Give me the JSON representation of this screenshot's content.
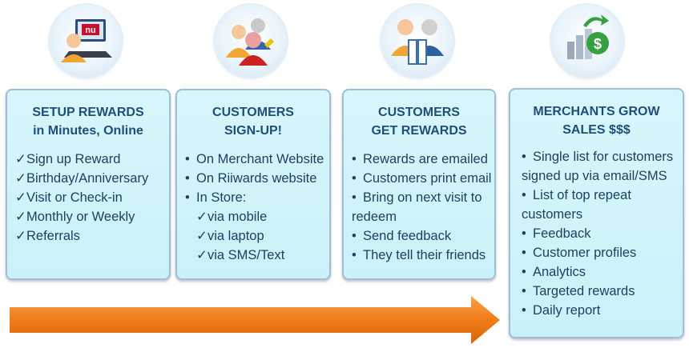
{
  "columns": [
    {
      "icon": "laptop-user-icon",
      "title_lines": [
        "SETUP REWARDS",
        "in Minutes, Online"
      ],
      "bullet": "✓",
      "items": [
        "Sign up Reward",
        "Birthday/Anniversary",
        "Visit or Check-in",
        "Monthly or Weekly",
        "Referrals"
      ]
    },
    {
      "icon": "customers-group-icon",
      "title_lines": [
        "CUSTOMERS",
        "SIGN-UP!"
      ],
      "items": [
        {
          "b": "•",
          "t": "On Merchant Website"
        },
        {
          "b": "•",
          "t": "On Riiwards website"
        },
        {
          "b": "•",
          "t": "In Store:"
        },
        {
          "b": "✓",
          "t": "via mobile",
          "sub": true
        },
        {
          "b": "✓",
          "t": "via laptop",
          "sub": true
        },
        {
          "b": "✓",
          "t": "via SMS/Text",
          "sub": true
        }
      ]
    },
    {
      "icon": "gift-exchange-icon",
      "title_lines": [
        "CUSTOMERS",
        "GET REWARDS"
      ],
      "bullet": "•",
      "items": [
        "Rewards are emailed",
        "Customers print email",
        "Bring on next visit to redeem",
        "Send feedback",
        "They tell their friends"
      ]
    },
    {
      "icon": "sales-growth-icon",
      "title_lines": [
        "MERCHANTS GROW",
        "SALES $$$"
      ],
      "bullet": "•",
      "items": [
        "Single list for customers signed up via email/SMS",
        "List of top repeat customers",
        "Feedback",
        "Customer profiles",
        "Analytics",
        "Targeted rewards",
        "Daily report"
      ]
    }
  ],
  "laptop_screen_text": "nu",
  "colors": {
    "panel_bg": "#d2f4fa",
    "panel_border": "#9fbfd9",
    "title": "#1f4e79",
    "text": "#1f4060",
    "arrow": "#f07d18"
  }
}
